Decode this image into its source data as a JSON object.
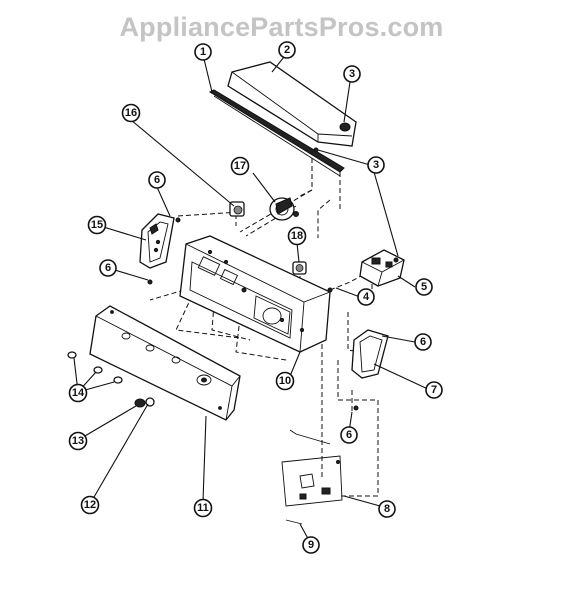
{
  "watermark": "AppliancePartsPros.com",
  "callouts": [
    {
      "id": "c1",
      "label": "1"
    },
    {
      "id": "c2",
      "label": "2"
    },
    {
      "id": "c3a",
      "label": "3"
    },
    {
      "id": "c3b",
      "label": "3"
    },
    {
      "id": "c4",
      "label": "4"
    },
    {
      "id": "c5",
      "label": "5"
    },
    {
      "id": "c6a",
      "label": "6"
    },
    {
      "id": "c6b",
      "label": "6"
    },
    {
      "id": "c6c",
      "label": "6"
    },
    {
      "id": "c6d",
      "label": "6"
    },
    {
      "id": "c7",
      "label": "7"
    },
    {
      "id": "c8",
      "label": "8"
    },
    {
      "id": "c9",
      "label": "9"
    },
    {
      "id": "c10",
      "label": "10"
    },
    {
      "id": "c11",
      "label": "11"
    },
    {
      "id": "c12",
      "label": "12"
    },
    {
      "id": "c13",
      "label": "13"
    },
    {
      "id": "c14",
      "label": "14"
    },
    {
      "id": "c15",
      "label": "15"
    },
    {
      "id": "c16",
      "label": "16"
    },
    {
      "id": "c18",
      "label": "18"
    },
    {
      "id": "c17",
      "label": "17"
    }
  ]
}
